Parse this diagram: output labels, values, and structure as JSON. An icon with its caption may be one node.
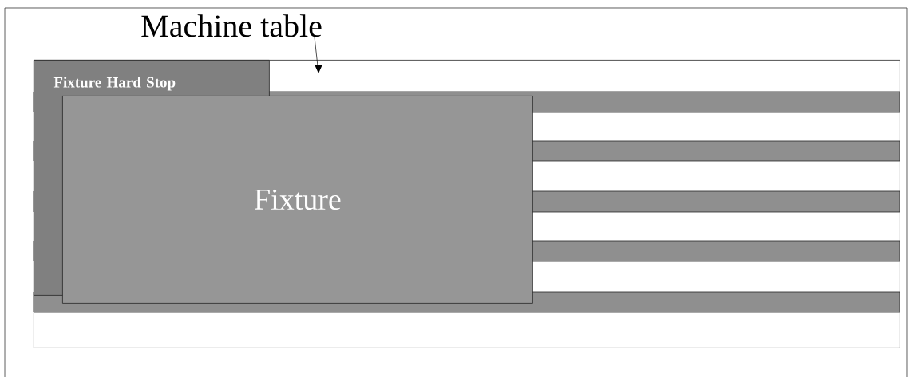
{
  "diagram": {
    "nodes": [
      {
        "text": [
          "Machine table"
        ]
      },
      {
        "text": [],
        "shape": "box"
      },
      {
        "text": [
          "Fixture Hard Stop"
        ],
        "in": 1
      },
      {
        "text": [
          "Fixture"
        ],
        "in": 1
      }
    ],
    "edges": [
      {
        "from": 0,
        "to": 1,
        "arrow": "to"
      }
    ]
  }
}
